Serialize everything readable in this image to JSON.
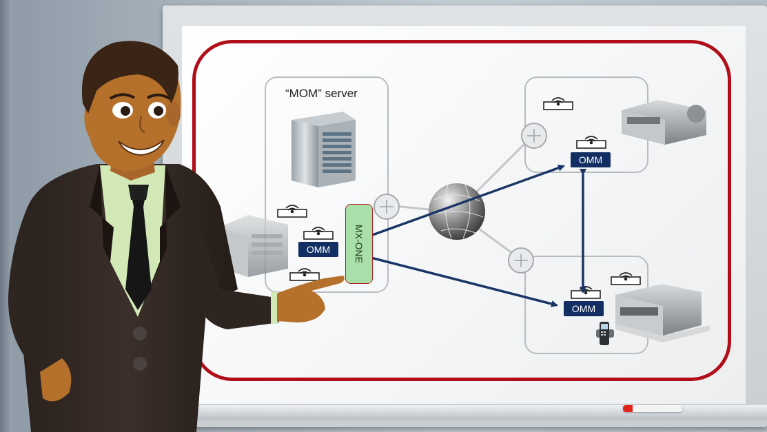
{
  "diagram": {
    "server_label": "“MOM” server",
    "omm_label": "OMM",
    "mx_one_label": "MX-ONE"
  },
  "colors": {
    "outline": "#b00f19",
    "omm_box": "#132e62",
    "arrow": "#1a3566",
    "mx_one": "#a9e0a9"
  },
  "icons": [
    "server-icon",
    "globe-icon",
    "router-icon",
    "wifi-base-station-icon",
    "building-icon",
    "dect-phone-icon"
  ]
}
